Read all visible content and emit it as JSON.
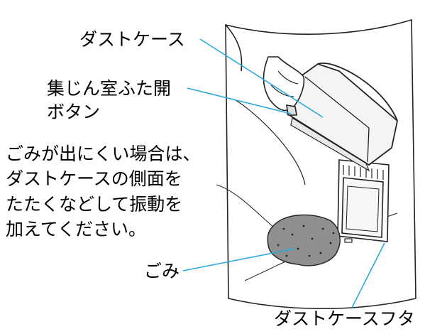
{
  "labels": {
    "dust_case": "ダストケース",
    "release_button_line1": "集じん室ふた開",
    "release_button_line2": "ボタン",
    "note": [
      "ごみが出にくい場合は、",
      "ダストケースの側面を",
      "たたくなどして振動を",
      "加えてください。"
    ],
    "dust": "ごみ",
    "dust_case_lid": "ダストケースフタ"
  },
  "colors": {
    "leader_line": "#29a9e0",
    "outline": "#222222",
    "case_fill": "#f4f4f4",
    "dust_fill": "#8f8f8f"
  },
  "icons": [
    "trash-bag-icon",
    "dust-case-icon",
    "hand-icon",
    "dust-pile-icon",
    "filter-lid-icon"
  ]
}
